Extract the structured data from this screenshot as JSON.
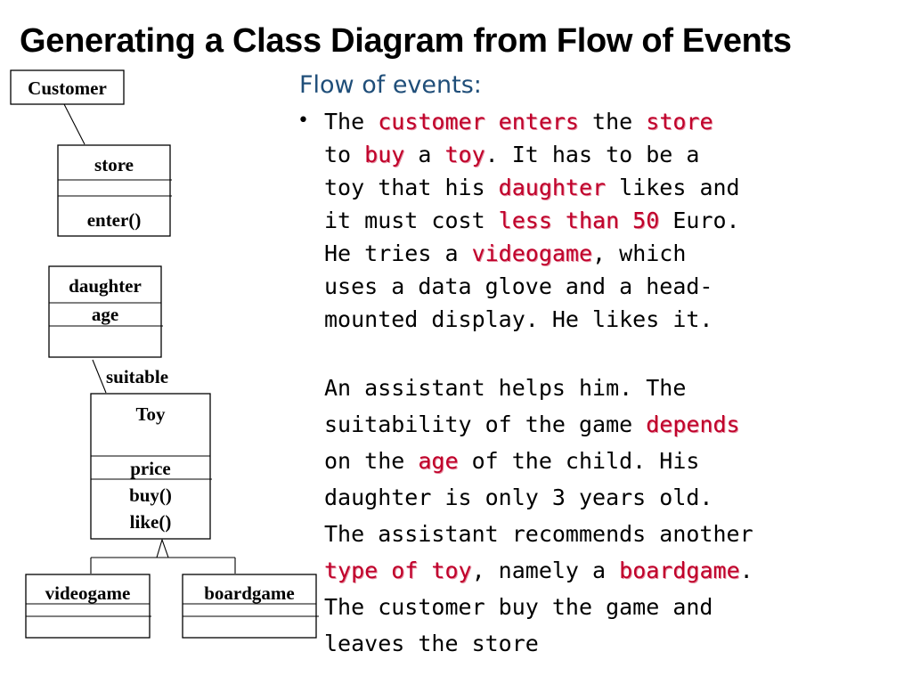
{
  "title": "Generating a Class Diagram from Flow of Events",
  "subtitle": "Flow of events:",
  "bullet": "•",
  "colors": {
    "highlight": "#c0002a",
    "subtitle": "#1f4e79",
    "text": "#000000"
  },
  "diagram": {
    "customer": {
      "name": "Customer"
    },
    "store": {
      "name": "store",
      "operation": "enter()"
    },
    "daughter": {
      "name": "daughter",
      "attribute": "age"
    },
    "association_label": "suitable",
    "toy": {
      "name": "Toy",
      "attribute": "price",
      "operations": [
        "buy()",
        "like()"
      ]
    },
    "videogame": {
      "name": "videogame"
    },
    "boardgame": {
      "name": "boardgame"
    }
  },
  "flow": {
    "paragraph1": [
      [
        {
          "t": "The "
        },
        {
          "t": "customer enters",
          "h": true
        },
        {
          "t": " the "
        },
        {
          "t": "store",
          "h": true
        }
      ],
      [
        {
          "t": "to "
        },
        {
          "t": "buy",
          "h": true
        },
        {
          "t": " a "
        },
        {
          "t": "toy",
          "h": true
        },
        {
          "t": ". It has to be a"
        }
      ],
      [
        {
          "t": "toy that his "
        },
        {
          "t": "daughter",
          "h": true
        },
        {
          "t": " likes and"
        }
      ],
      [
        {
          "t": "it must cost "
        },
        {
          "t": "less than 50",
          "h": true
        },
        {
          "t": " Euro."
        }
      ],
      [
        {
          "t": "He tries a "
        },
        {
          "t": "videogame",
          "h": true
        },
        {
          "t": ", which"
        }
      ],
      [
        {
          "t": "uses a data glove and a head-"
        }
      ],
      [
        {
          "t": "mounted display. He likes it."
        }
      ]
    ],
    "paragraph2": [
      [
        {
          "t": "An assistant helps him. The"
        }
      ],
      [
        {
          "t": "suitability of the game "
        },
        {
          "t": "depends",
          "h": true
        }
      ],
      [
        {
          "t": "on the "
        },
        {
          "t": "age",
          "h": true
        },
        {
          "t": " of the child. His"
        }
      ],
      [
        {
          "t": "daughter is only 3 years old."
        }
      ],
      [
        {
          "t": "The assistant recommends another"
        }
      ],
      [
        {
          "t": "type of toy",
          "h": true
        },
        {
          "t": ", namely a "
        },
        {
          "t": "boardgame",
          "h": true
        },
        {
          "t": "."
        }
      ],
      [
        {
          "t": "The customer buy the game and"
        }
      ],
      [
        {
          "t": "leaves the store"
        }
      ]
    ]
  }
}
